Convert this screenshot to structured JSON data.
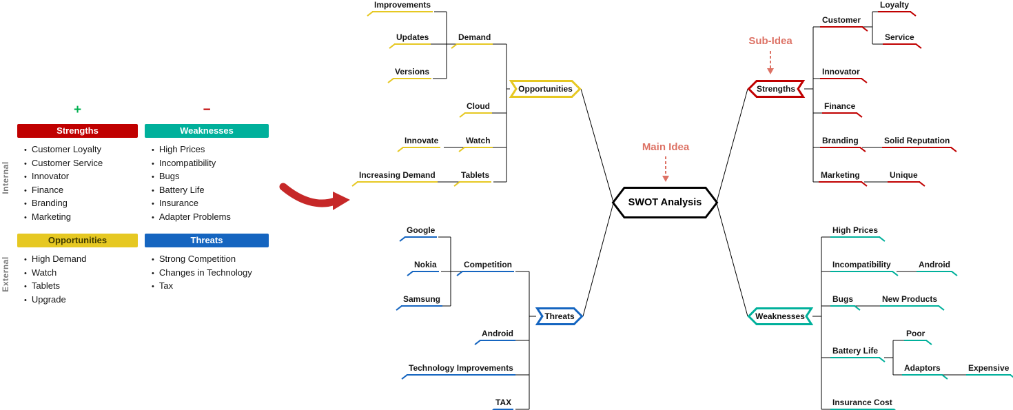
{
  "legend": {
    "internal_label": "Internal",
    "external_label": "External",
    "plus_sign": "+",
    "minus_sign": "−",
    "strengths": {
      "title": "Strengths",
      "items": [
        "Customer Loyalty",
        "Customer Service",
        "Innovator",
        "Finance",
        "Branding",
        "Marketing"
      ]
    },
    "weaknesses": {
      "title": "Weaknesses",
      "items": [
        "High Prices",
        "Incompatibility",
        "Bugs",
        "Battery Life",
        "Insurance",
        "Adapter Problems"
      ]
    },
    "opportunities": {
      "title": "Opportunities",
      "items": [
        "High Demand",
        "Watch",
        "Tablets",
        "Upgrade"
      ]
    },
    "threats": {
      "title": "Threats",
      "items": [
        "Strong Competition",
        "Changes in Technology",
        "Tax"
      ]
    }
  },
  "mindmap": {
    "center_label": "SWOT Analysis",
    "main_idea_label": "Main Idea",
    "sub_idea_label": "Sub-Idea",
    "opportunities": {
      "label": "Opportunities",
      "demand": "Demand",
      "improvements": "Improvements",
      "updates": "Updates",
      "versions": "Versions",
      "cloud": "Cloud",
      "watch": "Watch",
      "innovate": "Innovate",
      "tablets": "Tablets",
      "increasing_demand": "Increasing Demand"
    },
    "strengths": {
      "label": "Strengths",
      "customer": "Customer",
      "loyalty": "Loyalty",
      "service": "Service",
      "innovator": "Innovator",
      "finance": "Finance",
      "branding": "Branding",
      "solid_reputation": "Solid Reputation",
      "marketing": "Marketing",
      "unique": "Unique"
    },
    "threats": {
      "label": "Threats",
      "competition": "Competition",
      "google": "Google",
      "nokia": "Nokia",
      "samsung": "Samsung",
      "android": "Android",
      "technology_improvements": "Technology Improvements",
      "tax": "TAX"
    },
    "weaknesses": {
      "label": "Weaknesses",
      "high_prices": "High Prices",
      "incompatibility": "Incompatibility",
      "android": "Android",
      "bugs": "Bugs",
      "new_products": "New Products",
      "battery_life": "Battery Life",
      "poor": "Poor",
      "adaptors": "Adaptors",
      "expensive": "Expensive",
      "insurance_cost": "Insurance Cost"
    }
  },
  "colors": {
    "strengths": "#C00000",
    "weaknesses": "#00B09B",
    "opportunities": "#E6C822",
    "opportunities_text": "#3F3A00",
    "threats": "#1565C0",
    "idea": "#DD7265",
    "arrow": "#C62828",
    "plus": "#00B050",
    "minus": "#C00000"
  }
}
